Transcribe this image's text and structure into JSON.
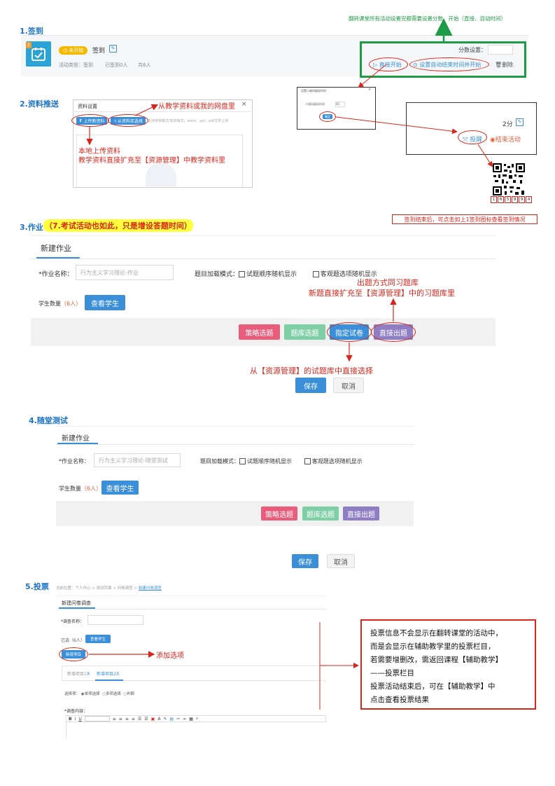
{
  "top_note": "翻转课堂所有活动设置完都需要设置分数、开始（直接、自动时间）",
  "s1": {
    "title": "1.签到",
    "badge": "1",
    "status": "未开始",
    "name": "签到",
    "meta_type": "活动类型：签到",
    "meta_signed": "已签到0人",
    "meta_total": "共6人",
    "score_label": "分数设置：",
    "start_now": "直接开始",
    "auto_start": "设置自动结束时间并开始",
    "delete": "删除"
  },
  "s2": {
    "title": "2.资料推送",
    "dialog_title": "资料设置",
    "upload_btn": "上传新资料",
    "select_btn": "从资料库选择",
    "hint": "支持常规格式/有效格式，word、ppt、pdf文件上传",
    "note_top": "从教学资料或我的网盘里",
    "note_local_1": "本地上传资料",
    "note_local_2": "教学资料直接扩充至【资源管理】中教学资料里",
    "mini_title": "设置二维码展现时间",
    "mini_field": "二维码展现时间",
    "mini_value": "60",
    "mini_btn": "确定",
    "score": "2分",
    "project_btn": "投屏",
    "end_btn": "结束活动",
    "qr_digits": [
      "1",
      "6",
      "5",
      "9",
      "9",
      "4"
    ],
    "qr_caption": "签到结束后，可点击如上1签到图标查看签到情况"
  },
  "s3": {
    "title": "3.作业",
    "title_note": "（7.考试活动也如此，只是增设答题时间）",
    "tab": "新建作业",
    "name_label": "*作业名称：",
    "name_placeholder": "行为主义学习理论-作业",
    "mode_label": "题目加载模式：",
    "opt1": "试题顺序随机显示",
    "opt2": "客观题选项随机显示",
    "students_label": "学生数量",
    "students_count": "（6人）",
    "view_students": "查看学生",
    "note_1": "出题方式同习题库",
    "note_2": "新题直接扩充至【资源管理】中的习题库里",
    "btn_strategy": "策略选题",
    "btn_bank": "题库选题",
    "btn_paper": "指定试卷",
    "btn_direct": "直接出题",
    "note_3": "从【资源管理】的试题库中直接选择",
    "save": "保存",
    "cancel": "取消"
  },
  "s4": {
    "title": "4.随堂测试",
    "tab": "新建作业",
    "name_label": "*作业名称：",
    "name_placeholder": "行为主义学习理论-随堂测试",
    "mode_label": "题目加载模式：",
    "opt1": "试题顺序随机显示",
    "opt2": "客观题选项随机显示",
    "students_label": "学生数量",
    "students_count": "（6人）",
    "view_students": "查看学生",
    "btn_strategy": "策略选题",
    "btn_bank": "题库选题",
    "btn_direct": "直接出题",
    "save": "保存",
    "cancel": "取消"
  },
  "s5": {
    "title": "5.投票",
    "breadcrumb_prefix": "当前位置：个人中心 > 测试页面 > 问卷调查 > ",
    "breadcrumb_current": "新建问卷调查",
    "tab": "新建问卷调查",
    "name_label": "*调查名称：",
    "students_label": "已选（6人）",
    "view_students": "查看学生",
    "add_item": "新增项目",
    "add_note": "添加选项",
    "item1": "新增项目1",
    "item2": "新增项目2",
    "close_x": "X",
    "type_label": "选择项：",
    "type1": "单项选择",
    "type2": "多项选择",
    "type3": "判断",
    "content_label": "*调查内容：",
    "info_lines": [
      "投票信息不会显示在翻转课堂的活动中，",
      "而是会显示在辅助教学里的投票栏目，",
      "若需要增删改，需返回课程【辅助教学】",
      "——投票栏目",
      "投票活动结束后，可在【辅助教学】中",
      "点击查看投票结果"
    ]
  }
}
